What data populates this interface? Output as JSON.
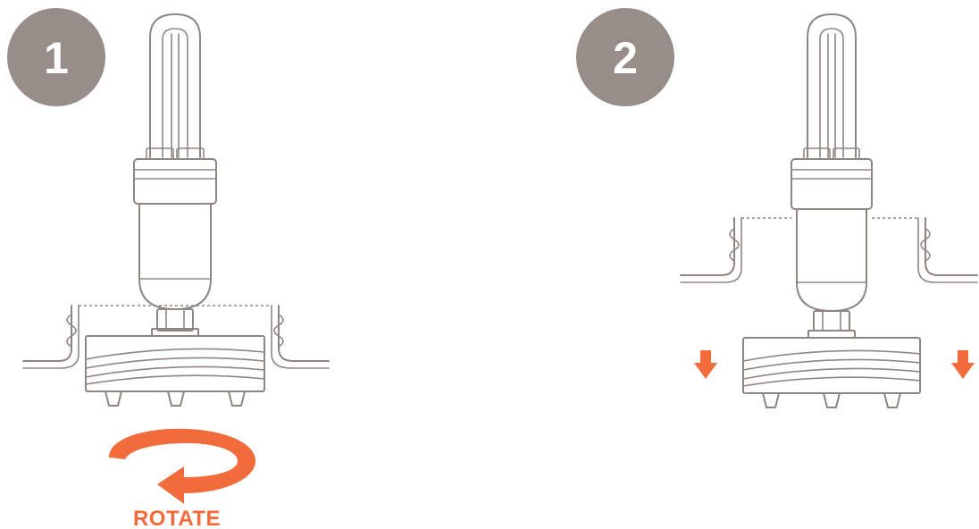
{
  "steps": [
    {
      "number": "1",
      "label": "ROTATE"
    },
    {
      "number": "2"
    }
  ],
  "icons": {
    "step1": [
      "step-badge",
      "bulb",
      "fixture-socket",
      "rotate-arrow"
    ],
    "step2": [
      "step-badge",
      "bulb",
      "fixture-socket",
      "down-arrow-left",
      "down-arrow-right"
    ]
  },
  "colors": {
    "line": "#8e8683",
    "badge": "#978e8a",
    "accent": "#f26b3a",
    "background": "#ffffff"
  }
}
